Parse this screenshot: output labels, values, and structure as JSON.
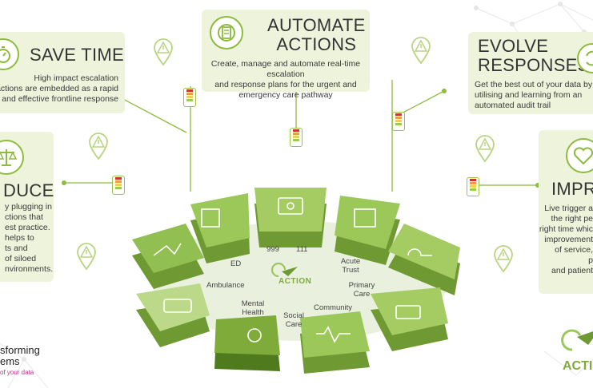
{
  "cards": {
    "save_time": {
      "title": "SAVE TIME",
      "body": [
        "High impact escalation",
        "actions are embedded as a rapid",
        "and effective frontline response"
      ]
    },
    "automate": {
      "title_line1": "AUTOMATE",
      "title_line2": "ACTIONS",
      "body": [
        "Create, manage and automate real-time escalation",
        "and response plans for the urgent and",
        "emergency care pathway"
      ]
    },
    "evolve": {
      "title_line1": "EVOLVE",
      "title_line2": "RESPONSES",
      "body": [
        "Get the best out of your data by",
        "utilising and learning from an",
        "automated audit trail"
      ]
    },
    "reduce": {
      "title": "DUCE",
      "body": [
        "y plugging in",
        "ctions that",
        "est practice.",
        "helps to",
        "ts and",
        "of siloed",
        "nvironments."
      ]
    },
    "improve": {
      "title": "IMPR",
      "body": [
        "Live trigger a",
        "the right pe",
        "right time whic",
        "improvement",
        "of service,",
        "p",
        "and patient"
      ]
    }
  },
  "wheel": {
    "center_label": "ACTION",
    "segments": [
      "ED",
      "999",
      "111",
      "Acute Trust",
      "Primary Care",
      "Community",
      "Social Care",
      "Mental Health",
      "Ambulance"
    ]
  },
  "brand_left": {
    "line1": "sforming",
    "line2": "ems",
    "tagline": "of your data"
  },
  "brand_right": {
    "label": "ACTI"
  },
  "colors": {
    "accent": "#8dbb3d",
    "card_bg": "#eef4dc",
    "segment_top": "#9cc85a",
    "segment_side": "#6f9a33",
    "pink": "#b5368c"
  }
}
